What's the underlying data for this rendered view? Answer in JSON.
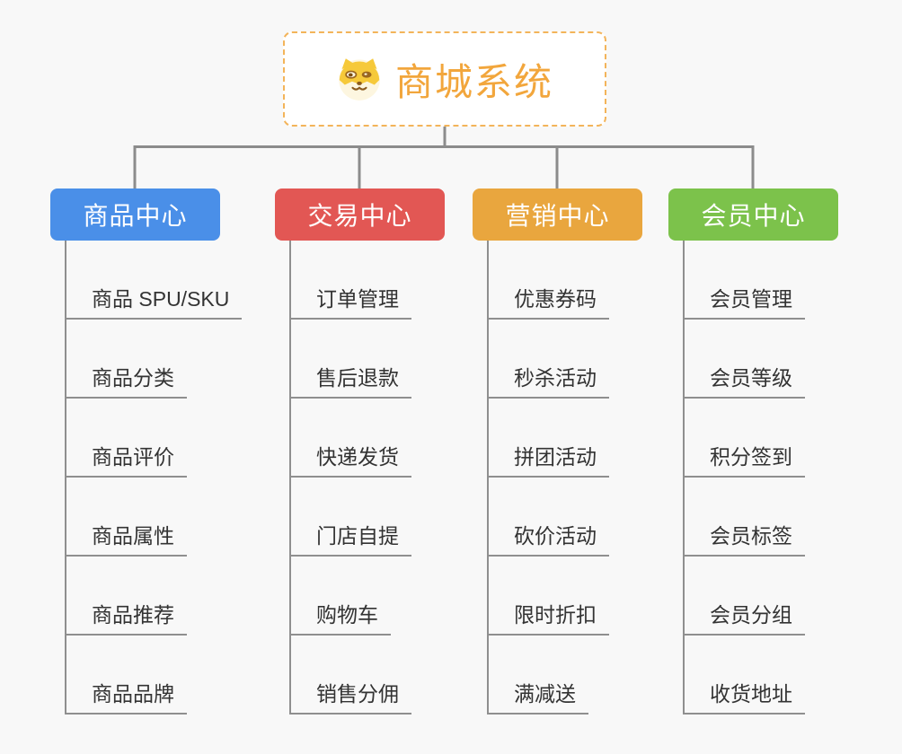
{
  "page": {
    "background": "#f8f8f8",
    "connector_color": "#8c8c8c",
    "leaf_text_color": "#333333"
  },
  "root": {
    "title": "商城系统",
    "title_color": "#f2a63c",
    "border_color": "#f3b45a",
    "icon": "doge-icon"
  },
  "branches": [
    {
      "label": "商品中心",
      "color": "#4a8fe8",
      "children": [
        "商品 SPU/SKU",
        "商品分类",
        "商品评价",
        "商品属性",
        "商品推荐",
        "商品品牌"
      ]
    },
    {
      "label": "交易中心",
      "color": "#e25754",
      "children": [
        "订单管理",
        "售后退款",
        "快递发货",
        "门店自提",
        "购物车",
        "销售分佣"
      ]
    },
    {
      "label": "营销中心",
      "color": "#e9a63e",
      "children": [
        "优惠券码",
        "秒杀活动",
        "拼团活动",
        "砍价活动",
        "限时折扣",
        "满减送"
      ]
    },
    {
      "label": "会员中心",
      "color": "#7cc24b",
      "children": [
        "会员管理",
        "会员等级",
        "积分签到",
        "会员标签",
        "会员分组",
        "收货地址"
      ]
    }
  ]
}
